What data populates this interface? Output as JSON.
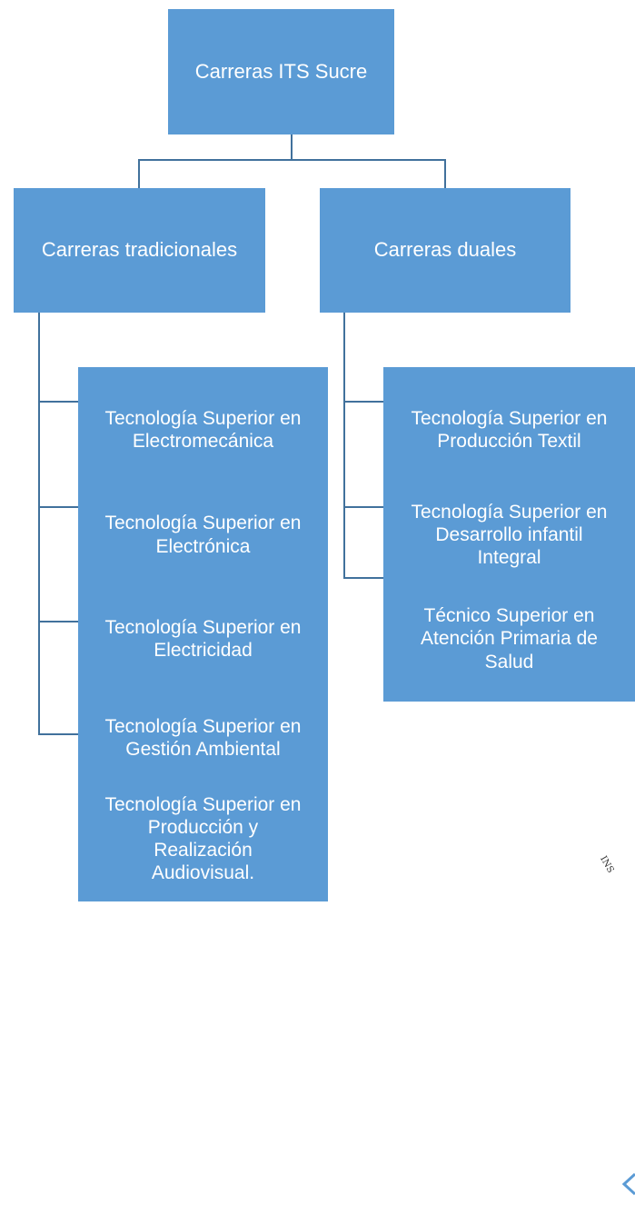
{
  "root": {
    "label": "Carreras ITS Sucre"
  },
  "branches": [
    {
      "label": "Carreras tradicionales",
      "children": [
        {
          "label": "Tecnología Superior en\nElectromecánica"
        },
        {
          "label": "Tecnología Superior en\nElectrónica"
        },
        {
          "label": "Tecnología Superior en\nElectricidad"
        },
        {
          "label": "Tecnología Superior en\nGestión Ambiental"
        },
        {
          "label": "Tecnología Superior en\nProducción y\nRealización\nAudiovisual."
        }
      ]
    },
    {
      "label": "Carreras duales",
      "children": [
        {
          "label": "Tecnología Superior en\nProducción Textil"
        },
        {
          "label": "Tecnología Superior en\nDesarrollo infantil\nIntegral"
        },
        {
          "label": "Técnico Superior en\nAtención Primaria de\nSalud"
        }
      ]
    }
  ],
  "colors": {
    "box_fill": "#5b9bd5",
    "connector": "#41719c",
    "text": "#ffffff"
  },
  "watermark_logo": {
    "text": "INS"
  }
}
